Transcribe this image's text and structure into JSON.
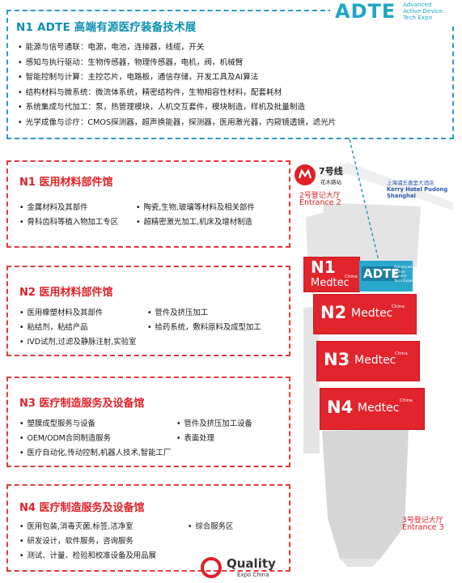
{
  "adte": {
    "title": "N1 ADTE 高端有源医疗装备技术展",
    "logo_word": "ADTE",
    "logo_sub": [
      "Advanced",
      "Active Device",
      "Tech Expo"
    ],
    "items": [
      "能源与信号通联：电源，电池，连接器，线缆，开关",
      "感知与执行驱动：生物传感器，物理传感器，电机，阀，机械臂",
      "智能控制与计算：主控芯片，电路板，通信存储，开发工具及AI算法",
      "结构材料与微系统：微流体系统，精密结构件，生物相容性材料，配套耗材",
      "系统集成与代加工：泵，热管理模块，人机交互套件，模块制造，样机及批量制造",
      "光学成像与诊疗：CMOS探测器，超声换能器，探测器，医用激光器，内窥镜透镜，滤光片"
    ]
  },
  "halls": [
    {
      "title": "N1 医用材料部件馆",
      "items": [
        "金属材料及其部件",
        "陶瓷,生物,玻璃等材料及相关部件",
        "骨科齿科等植入物加工专区",
        "超精密激光加工,机床及增材制造"
      ]
    },
    {
      "title": "N2 医用材料部件馆",
      "items": [
        "医用橡塑材料及其部件",
        "管件及挤压加工",
        "粘结剂，粘结产品",
        "给药系统，敷料原料及成型加工",
        "IVD试剂,过滤及静脉注射,实验室"
      ]
    },
    {
      "title": "N3 医疗制造服务及设备馆",
      "items": [
        "塑膜成型服务与设备",
        "管件及挤压加工设备",
        "OEM/ODM合同制造服务",
        "表面处理",
        "医疗自动化,传动控制,机器人技术,智能工厂"
      ]
    },
    {
      "title": "N4 医疗制造服务及设备馆",
      "items": [
        "医用包装,消毒灭菌,标签,洁净室",
        "综合服务区",
        "研发设计，软件服务，咨询服务",
        "测试、计量、检验和校准设备及用品展"
      ]
    }
  ],
  "map": {
    "metro_line": "7号线",
    "metro_station": "花木路站",
    "entrance2_cn": "2号登记大厅",
    "entrance2_en": "Entrance 2",
    "hotel_cn": "上海浦东嘉里大酒店",
    "hotel_en": "Kerry Hotel Pudong Shanghai",
    "entrance3_cn": "3号登记大厅",
    "entrance3_en": "Entrance 3",
    "blocks": [
      {
        "n": "N1",
        "brand": "Medtec",
        "china": "China"
      },
      {
        "n": "N2",
        "brand": "Medtec",
        "china": "China"
      },
      {
        "n": "N3",
        "brand": "Medtec",
        "china": "China"
      },
      {
        "n": "N4",
        "brand": "Medtec",
        "china": "China"
      }
    ],
    "adte_tag": "ADTE",
    "adte_tag_sub": [
      "Advanced",
      "Active Device",
      "Tech Expo"
    ]
  },
  "footer": {
    "quality_word": "Quality",
    "quality_sub": "Expo China"
  },
  "colors": {
    "accent_blue": "#1ea6c9",
    "accent_red": "#e01f26"
  }
}
